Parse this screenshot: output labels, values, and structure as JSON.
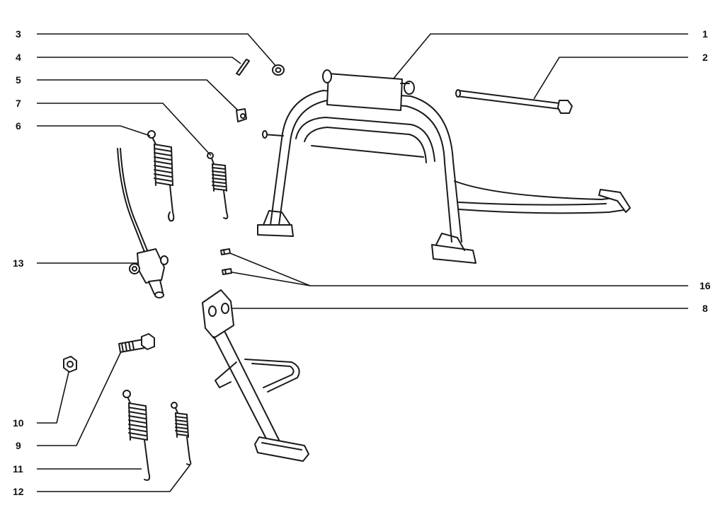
{
  "callouts": {
    "c1": "1",
    "c2": "2",
    "c3": "3",
    "c4": "4",
    "c5": "5",
    "c6": "6",
    "c7": "7",
    "c8": "8",
    "c9": "9",
    "c10": "10",
    "c11": "11",
    "c12": "12",
    "c13": "13",
    "c16": "16"
  },
  "colors": {
    "line": "#1a1a1a",
    "background": "#ffffff"
  }
}
